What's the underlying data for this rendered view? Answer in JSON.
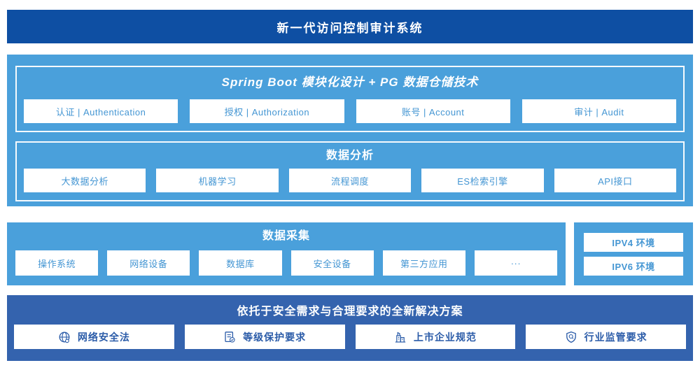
{
  "banner": {
    "title": "新一代访问控制审计系统"
  },
  "colors": {
    "banner_bg": "#0E4FA3",
    "panel_blue": "#4AA0DB",
    "solution_bg": "#3463AE",
    "module_text_blue": "#4496D3",
    "solution_text_navy": "#2A5BA8"
  },
  "platform": {
    "springboot": {
      "title": "Spring Boot 模块化设计 + PG 数据仓储技术",
      "modules": [
        "认证 | Authentication",
        "授权 | Authorization",
        "账号 | Account",
        "审计 | Audit"
      ]
    },
    "analysis": {
      "title": "数据分析",
      "modules": [
        "大数据分析",
        "机器学习",
        "流程调度",
        "ES检索引擎",
        "API接口"
      ]
    }
  },
  "collection": {
    "title": "数据采集",
    "modules": [
      "操作系统",
      "网络设备",
      "数据库",
      "安全设备",
      "第三方应用",
      "···"
    ]
  },
  "environments": {
    "items": [
      "IPV4 环境",
      "IPV6 环境"
    ]
  },
  "solution": {
    "title": "依托于安全需求与合理要求的全新解决方案",
    "items": [
      {
        "icon": "globe-icon",
        "label": "网络安全法"
      },
      {
        "icon": "checklist-check-icon",
        "label": "等级保护要求"
      },
      {
        "icon": "building-icon",
        "label": "上市企业规范"
      },
      {
        "icon": "shield-inspect-icon",
        "label": "行业监管要求"
      }
    ]
  }
}
